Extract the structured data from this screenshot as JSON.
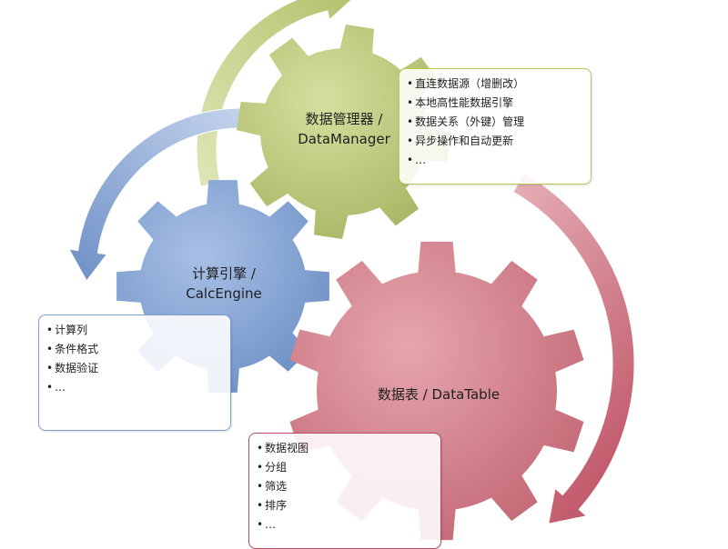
{
  "gears": {
    "data_manager": {
      "line1": "数据管理器 /",
      "line2": "DataManager",
      "color": "#bdc77f"
    },
    "calc_engine": {
      "line1": "计算引擎 /",
      "line2": "CalcEngine",
      "color": "#8aa8d6"
    },
    "data_table": {
      "line1": "数据表 / DataTable",
      "color": "#d4848e"
    }
  },
  "boxes": {
    "data_manager": {
      "items": [
        "直连数据源（增删改）",
        "本地高性能数据引擎",
        "数据关系（外键）管理",
        "异步操作和自动更新",
        "…"
      ],
      "border_color": "#b9c75a"
    },
    "calc_engine": {
      "items": [
        "计算列",
        "条件格式",
        "数据验证",
        "…"
      ],
      "border_color": "#7c9ed0"
    },
    "data_table": {
      "items": [
        "数据视图",
        "分组",
        "筛选",
        "排序",
        "…"
      ],
      "border_color": "#b94a61"
    }
  },
  "arrows": {
    "green": "#c5d08a",
    "blue": "#7f9fd0",
    "red": "#d0808c"
  }
}
